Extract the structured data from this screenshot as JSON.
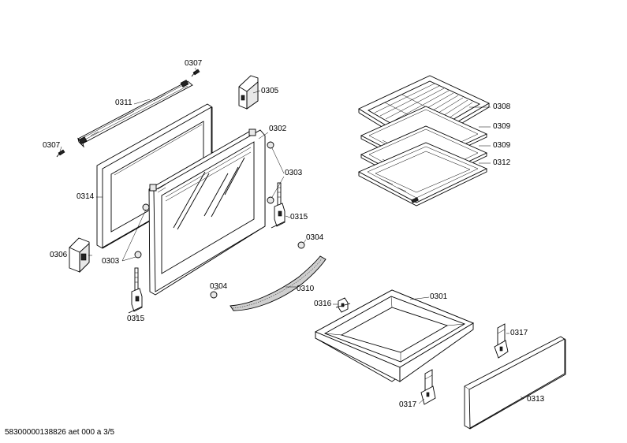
{
  "labels": {
    "l0307a": "0307",
    "l0311": "0311",
    "l0305": "0305",
    "l0307b": "0307",
    "l0302": "0302",
    "l0303a": "0303",
    "l0314": "0314",
    "l0315a": "0315",
    "l0304a": "0304",
    "l0306": "0306",
    "l0303b": "0303",
    "l0310": "0310",
    "l0304b": "0304",
    "l0315b": "0315",
    "l0308": "0308",
    "l0309a": "0309",
    "l0309b": "0309",
    "l0312": "0312",
    "l0316": "0316",
    "l0301": "0301",
    "l0317a": "0317",
    "l0317b": "0317",
    "l0313": "0313"
  },
  "footer": "58300000138826 aet 000 a 3/5"
}
